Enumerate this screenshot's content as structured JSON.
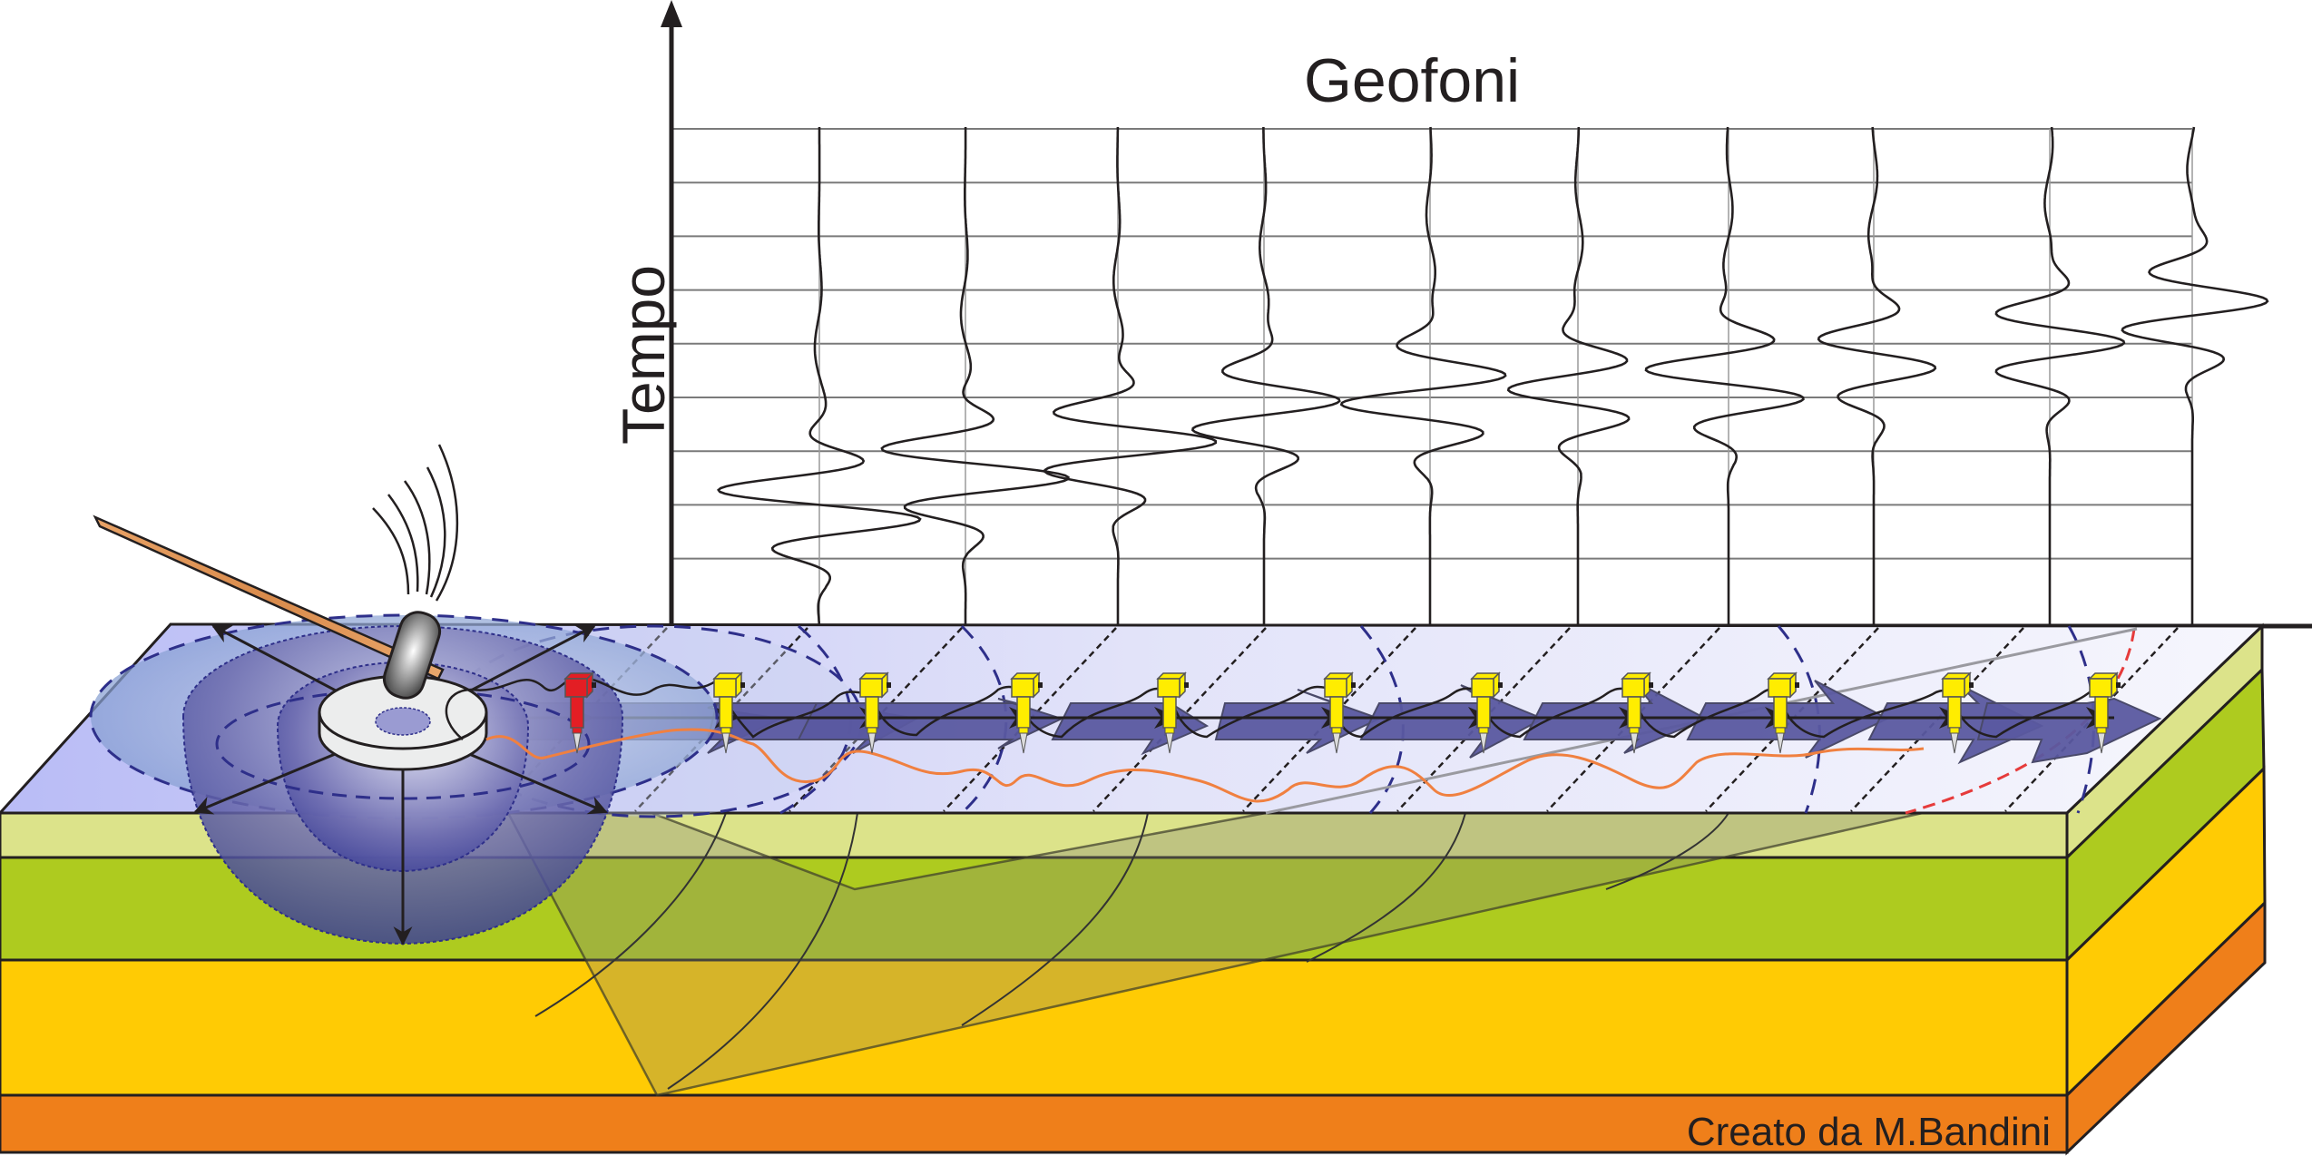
{
  "diagram": {
    "title": "Geofoni",
    "time_axis_label": "Tempo",
    "credit": "Creato da M.Bandini",
    "source": {
      "type": "sledgehammer on plate",
      "trigger_sensor_icon": "red-trigger-geophone-icon"
    },
    "geophones": {
      "count": 10,
      "icon": "yellow-geophone-icon"
    },
    "layers": [
      {
        "name": "surface-layer",
        "color": "#dce38a"
      },
      {
        "name": "layer-2",
        "color": "#aecb1f"
      },
      {
        "name": "layer-3",
        "color": "#ffcb04"
      },
      {
        "name": "bedrock",
        "color": "#ef7f1a"
      }
    ],
    "colors": {
      "surface": "#d6d9f8",
      "wave_front": "#3b3f94",
      "arrow_band": "#5a58a0",
      "cable": "#f08040",
      "geophone": "#ffed00",
      "trigger": "#e31e24",
      "hammer_handle": "#e0995a",
      "ink": "#231f20"
    },
    "seismogram": {
      "grid_rows": 9,
      "traces": [
        {
          "geophone": 1,
          "arrival": 7.0,
          "amplitude": 1.0
        },
        {
          "geophone": 2,
          "arrival": 6.4,
          "amplitude": 0.95
        },
        {
          "geophone": 3,
          "arrival": 5.9,
          "amplitude": 0.9
        },
        {
          "geophone": 4,
          "arrival": 5.3,
          "amplitude": 0.75
        },
        {
          "geophone": 5,
          "arrival": 5.0,
          "amplitude": 0.85
        },
        {
          "geophone": 6,
          "arrival": 4.9,
          "amplitude": 0.65
        },
        {
          "geophone": 7,
          "arrival": 4.7,
          "amplitude": 0.8
        },
        {
          "geophone": 8,
          "arrival": 4.3,
          "amplitude": 0.6
        },
        {
          "geophone": 9,
          "arrival": 4.0,
          "amplitude": 0.7
        },
        {
          "geophone": 10,
          "arrival": 3.4,
          "amplitude": 0.75
        }
      ]
    }
  }
}
